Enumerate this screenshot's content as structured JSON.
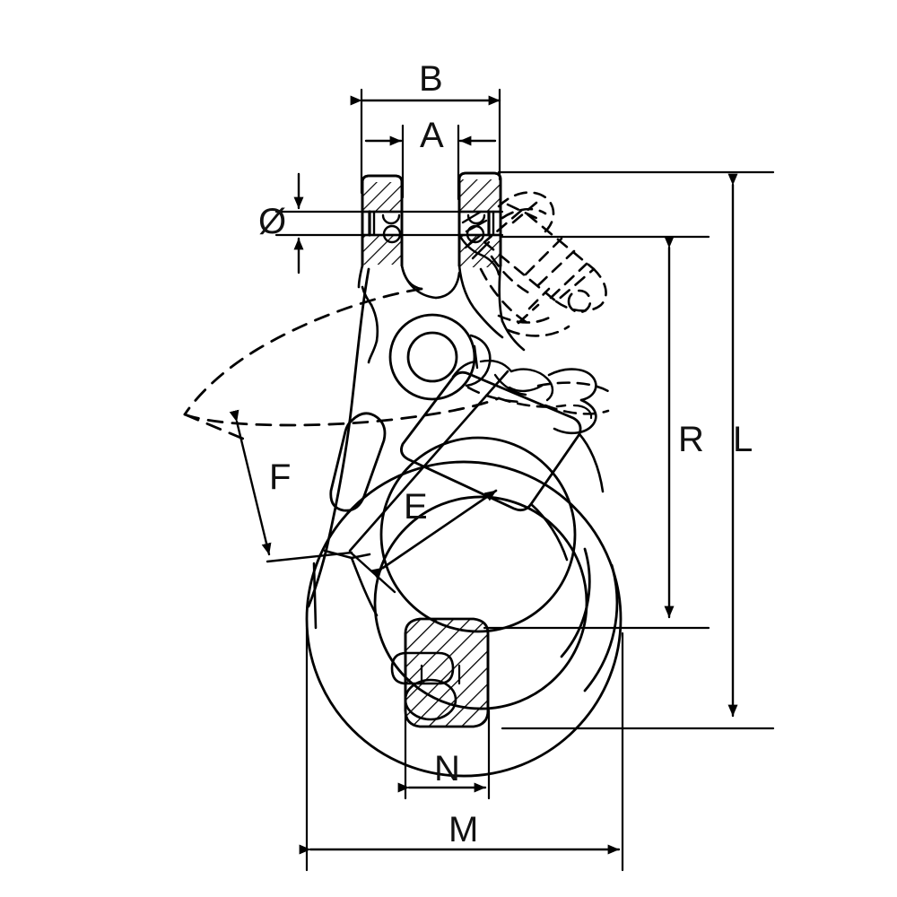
{
  "drawing": {
    "title": "Clevis Self-Locking Hook Dimension Drawing",
    "view": "side elevation with phantom (dashed) open-latch position",
    "line_color": "#000000",
    "background_color": "#ffffff",
    "dimension_labels": {
      "A": "A",
      "B": "B",
      "diameter": "Ø",
      "L": "L",
      "R": "R",
      "F": "F",
      "E": "E",
      "N": "N",
      "M": "M"
    },
    "dimension_meanings": {
      "A": "clevis inner jaw width",
      "B": "clevis outer overall width",
      "diameter": "clevis pin diameter",
      "L": "overall hook length",
      "R": "pin centerline to hook bowl seat",
      "F": "latch open swing clearance",
      "E": "throat opening",
      "N": "hook bowl saddle width",
      "M": "overall hook width"
    },
    "features": [
      "clevis with hatched section",
      "clevis pin",
      "self-locking latch",
      "hook body",
      "elongated relief slot",
      "pivot eye",
      "hook bowl",
      "hatched saddle seat",
      "phantom open latch outline"
    ]
  }
}
